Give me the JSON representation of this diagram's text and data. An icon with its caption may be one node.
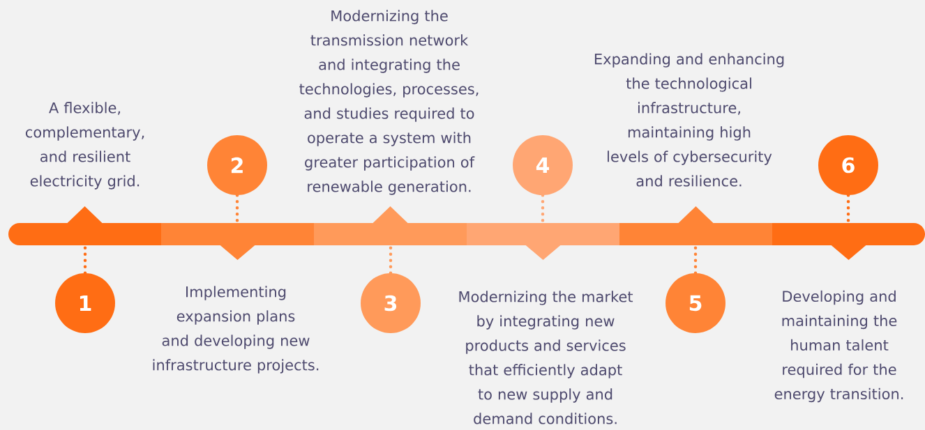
{
  "diagram": {
    "nodes": [
      {
        "text": [
          "1"
        ]
      },
      {
        "text": [
          "2"
        ]
      },
      {
        "text": [
          "3"
        ]
      },
      {
        "text": [
          "4"
        ]
      },
      {
        "text": [
          "5"
        ]
      },
      {
        "text": [
          "6"
        ]
      },
      {
        "text": [],
        "shape": "bar"
      },
      {
        "text": [],
        "shape": "bar"
      },
      {
        "text": [],
        "shape": "bar"
      },
      {
        "text": [],
        "shape": "bar"
      },
      {
        "text": [],
        "shape": "bar"
      },
      {
        "text": [],
        "shape": "bar"
      }
    ],
    "edges": [
      {
        "from": 0,
        "to": 6,
        "arrow": "none",
        "style": "dashed",
        "color": "#ff6d14"
      },
      {
        "from": 1,
        "to": 7,
        "arrow": "none",
        "style": "dashed",
        "color": "#ff8436"
      },
      {
        "from": 2,
        "to": 8,
        "arrow": "none",
        "style": "dashed",
        "color": "#ff9a5a"
      },
      {
        "from": 3,
        "to": 9,
        "arrow": "none",
        "style": "dashed",
        "color": "#ffa673"
      },
      {
        "from": 4,
        "to": 10,
        "arrow": "none",
        "style": "dashed",
        "color": "#ff8436"
      },
      {
        "from": 5,
        "to": 11,
        "arrow": "none",
        "style": "dashed",
        "color": "#ff6d14"
      }
    ],
    "labels": [
      "A flexible, complementary, and resilient electricity grid.",
      "Implementing expansion plans and developing new infrastructure projects.",
      "Modernizing the transmission network and integrating the technologies, processes, and studies required to operate a system with greater participation of renewable generation.",
      "Modernizing the market by integrating new products and services that efficiently adapt to new supply and demand conditions.",
      "Expanding and enhancing the technological infrastructure, maintaining high levels of cybersecurity and resilience.",
      "Developing and maintaining the human talent required for the energy transition."
    ]
  }
}
